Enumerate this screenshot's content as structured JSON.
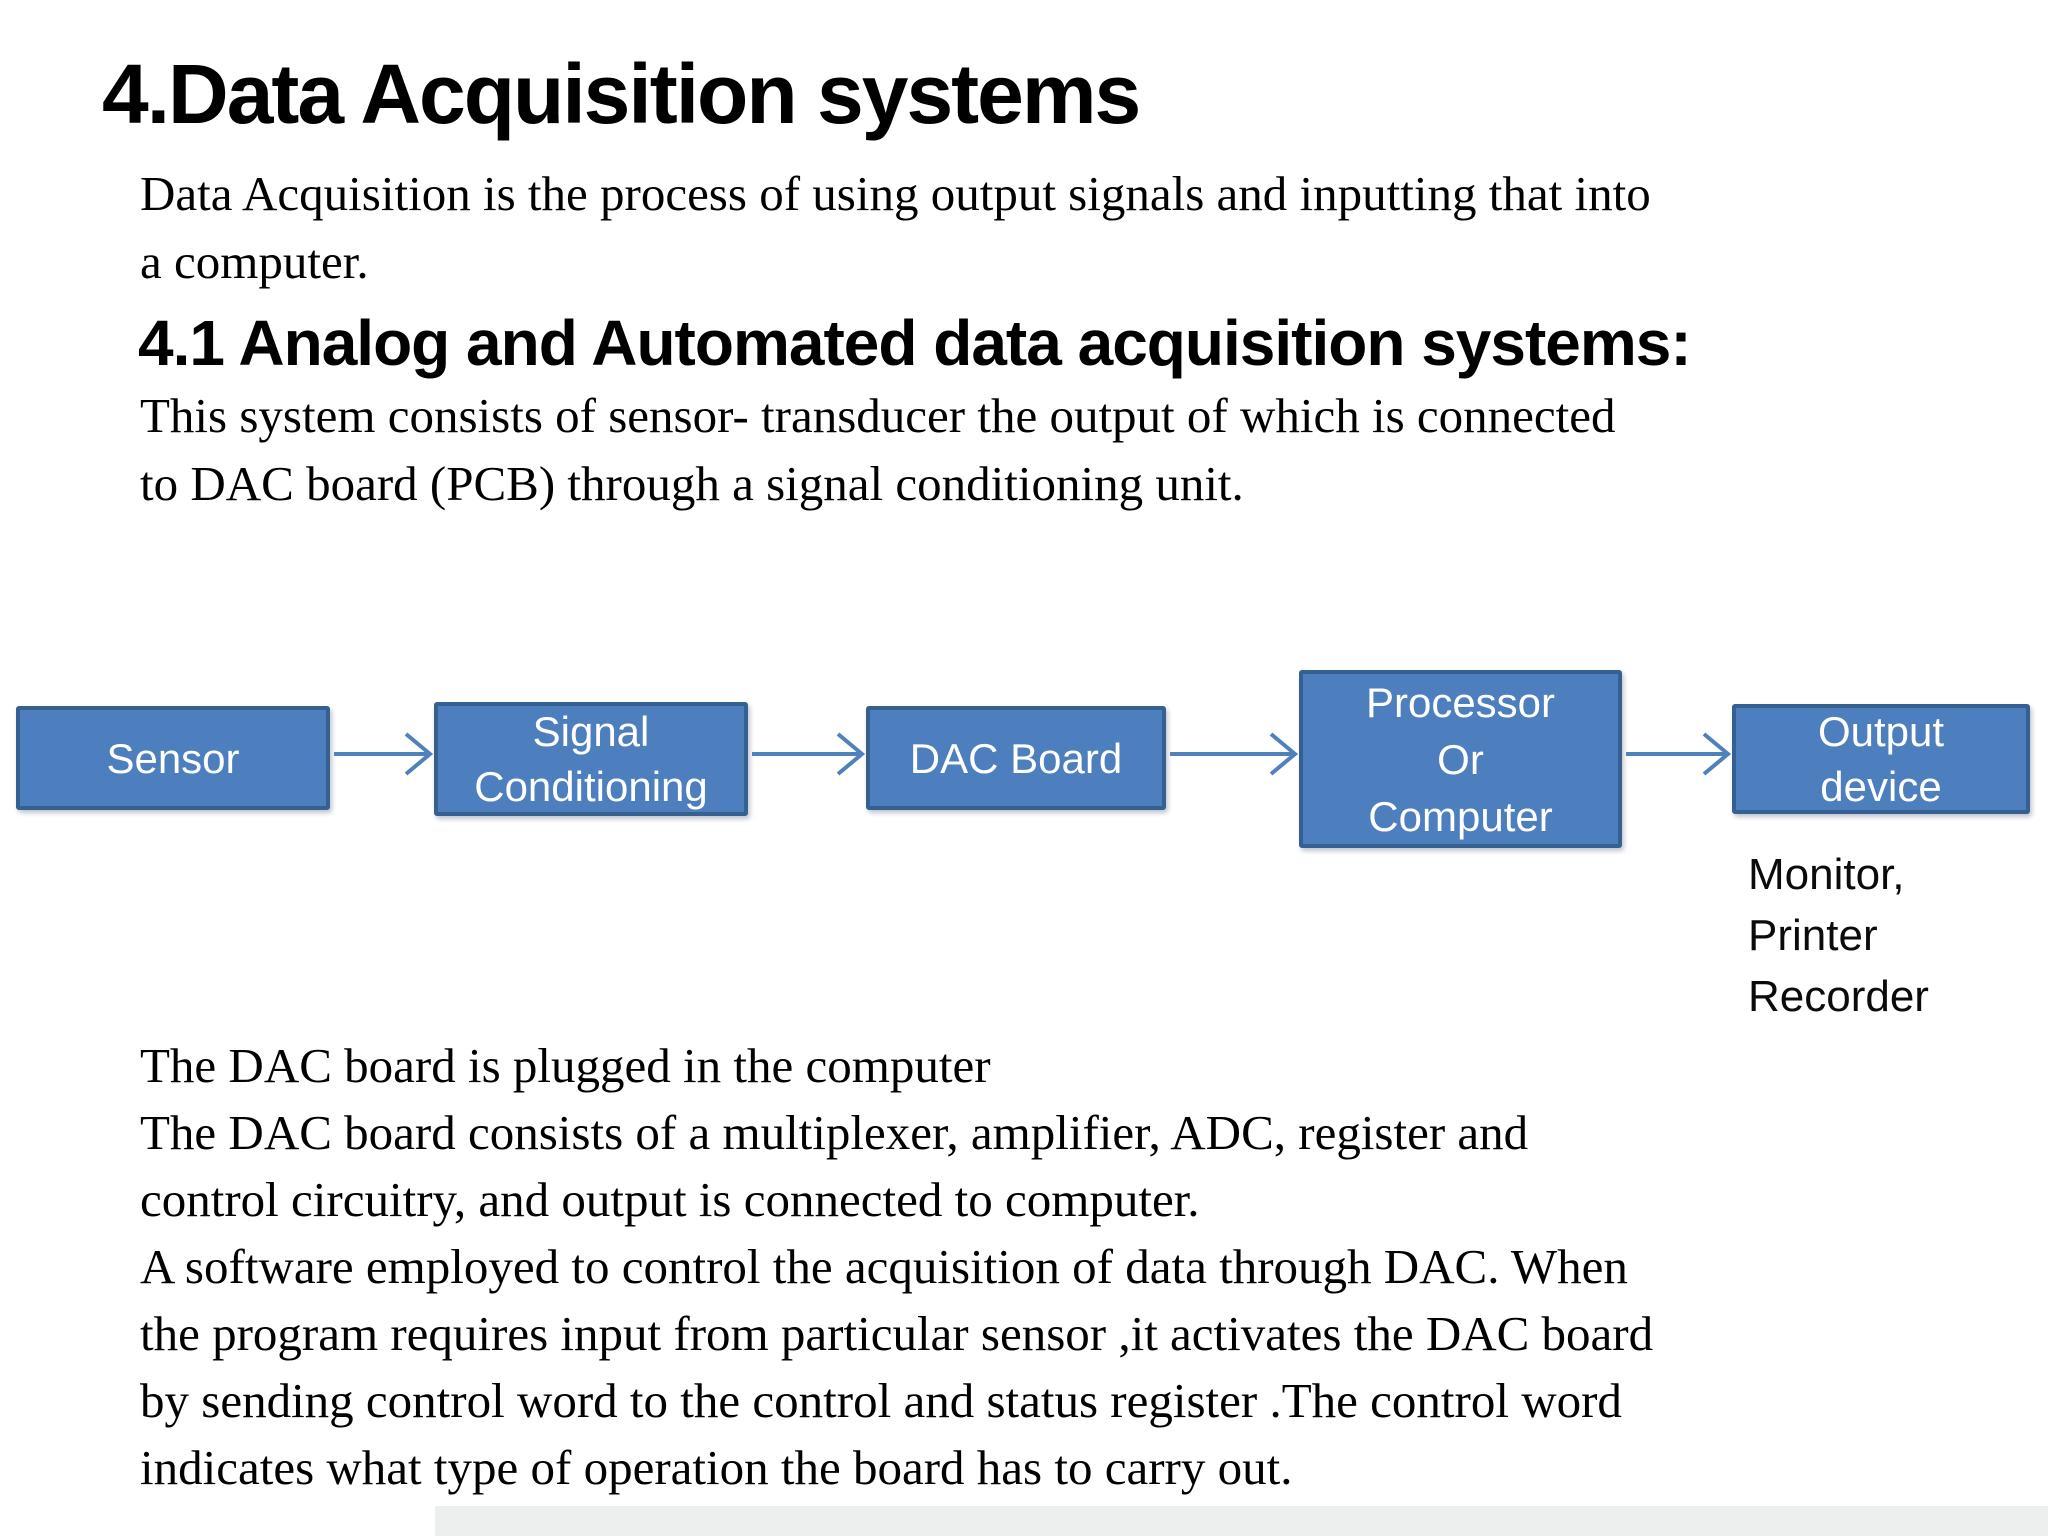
{
  "page": {
    "title": "4.Data Acquisition systems",
    "intro_text": "Data Acquisition is the process of using output signals and inputting that into\na computer.",
    "subheading": "4.1 Analog and Automated data acquisition systems:",
    "system_text": "This system consists of sensor- transducer the output of which is connected\nto DAC board (PCB) through a signal conditioning unit.",
    "body_text": "The DAC board is plugged in the computer\nThe DAC board consists of a multiplexer, amplifier, ADC, register and\ncontrol circuitry, and output is connected to computer.\nA software employed to control the acquisition of data through DAC. When\nthe program requires input from particular sensor ,it activates the DAC board\nby sending control word to the control and status register .The control word\nindicates what type of operation the board has to carry out."
  },
  "diagram": {
    "boxes": [
      {
        "name": "sensor",
        "label": "Sensor"
      },
      {
        "name": "signal-conditioning",
        "label": "Signal\nConditioning"
      },
      {
        "name": "dac-board",
        "label": "DAC Board"
      },
      {
        "name": "processor-or-computer",
        "label": "Processor\nOr\nComputer"
      },
      {
        "name": "output-device",
        "label": "Output\ndevice"
      }
    ],
    "arrow_count": 4,
    "caption": "Monitor,\nPrinter\nRecorder",
    "colors": {
      "box_fill": "#4d7ebd",
      "box_border": "#35608f",
      "arrow": "#4f81bd",
      "box_text": "#ffffff"
    }
  }
}
